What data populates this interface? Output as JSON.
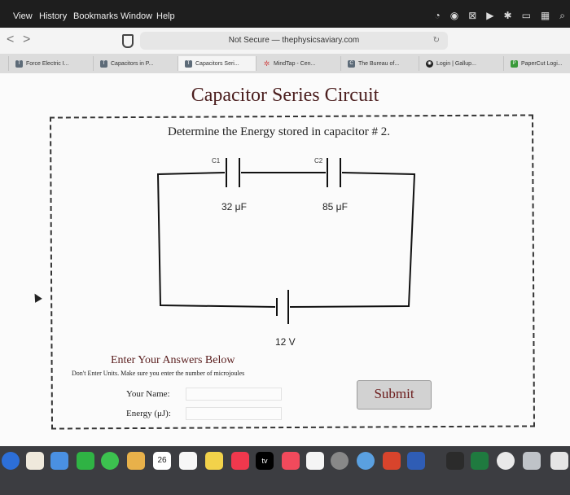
{
  "menubar": {
    "items": [
      "View",
      "History",
      "Bookmarks",
      "Window",
      "Help"
    ]
  },
  "toolbar": {
    "back": "<",
    "forward": ">",
    "address": "Not Secure — thephysicsaviary.com"
  },
  "tabs": [
    {
      "icon": "T",
      "label": "Force Electric I..."
    },
    {
      "icon": "T",
      "label": "Capacitors in P..."
    },
    {
      "icon": "T",
      "label": "Capacitors Seri..."
    },
    {
      "icon": "✲",
      "label": "MindTap - Cen..."
    },
    {
      "icon": "C",
      "label": "The Bureau of..."
    },
    {
      "icon": "◉",
      "label": "Login | Gallup..."
    },
    {
      "icon": "P",
      "label": "PaperCut Logi..."
    }
  ],
  "page": {
    "title": "Capacitor Series Circuit",
    "question": "Determine the Energy stored in capacitor # 2."
  },
  "circuit": {
    "c1_name": "C1",
    "c1_value": "32 μF",
    "c2_name": "C2",
    "c2_value": "85 μF",
    "battery": "12 V"
  },
  "answers": {
    "heading": "Enter Your Answers Below",
    "note": "Don't Enter Units. Make sure you enter the number of microjoules",
    "name_label": "Your Name:",
    "energy_label": "Energy (μJ):",
    "submit": "Submit"
  },
  "dock": {
    "date": "26",
    "tv": "tv"
  }
}
